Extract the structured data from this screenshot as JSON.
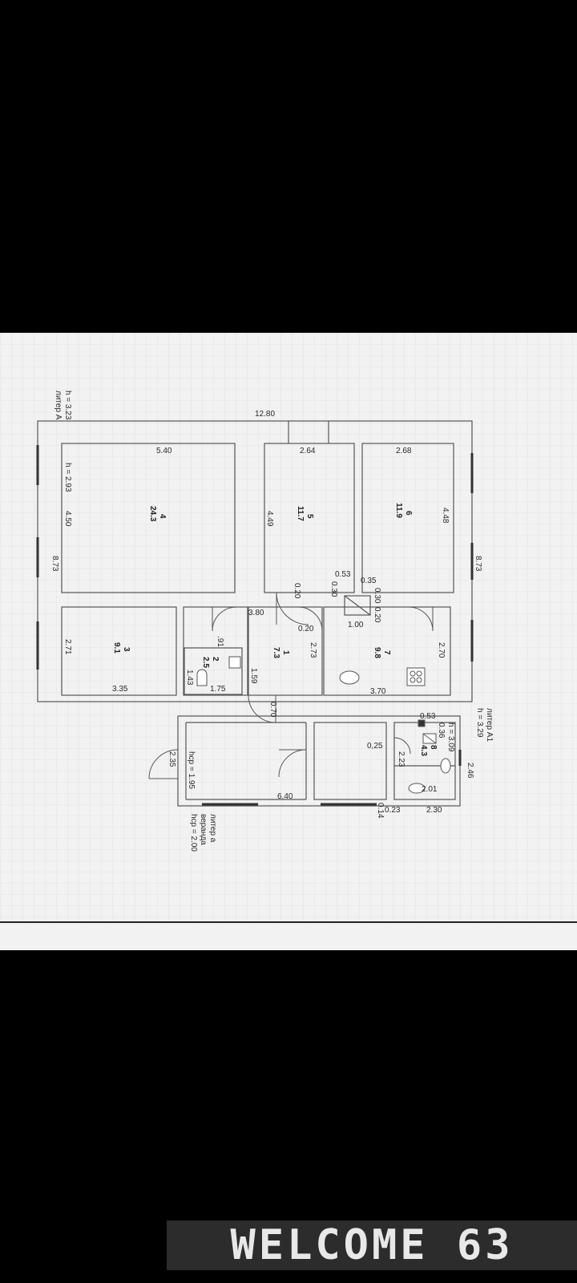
{
  "plan": {
    "titles": {
      "liter_a": "литер А",
      "liter_a_h": "h = 3.23",
      "liter_a1": "литер А1",
      "liter_a1_h": "h = 3.29",
      "veranda": "литер а",
      "veranda_2": "веранда",
      "veranda_h": "hср = 2.00"
    },
    "overall": {
      "length": "12.80",
      "width_left": "8.73",
      "width_right": "8.73"
    },
    "rooms": [
      {
        "num": "4",
        "area": "24.3",
        "len": "5.40",
        "wid": "4.50",
        "h": "h = 2.93"
      },
      {
        "num": "5",
        "area": "11.7",
        "len": "2.64",
        "wid": "4.49"
      },
      {
        "num": "6",
        "area": "11.9",
        "len": "2.68",
        "wid": "4.48"
      },
      {
        "num": "3",
        "area": "9.1",
        "len": "3.35",
        "wid": "2.71"
      },
      {
        "num": "2",
        "area": "2.5",
        "len": "1.75",
        "wid": "1.43"
      },
      {
        "num": "1",
        "area": "7.3",
        "len": "3.80",
        "wid": "2.73"
      },
      {
        "num": "7",
        "area": "9.8",
        "len": "3.70",
        "wid": "2.70"
      },
      {
        "num": "8",
        "area": "4.3",
        "len": "2.01",
        "wid": "2.23"
      }
    ],
    "dims": {
      "d053a": "0.53",
      "d035": "0.35",
      "d030a": "0.30",
      "d030b": "0.30",
      "d020a": "0.20",
      "d020b": "0.20",
      "d020c": "0.20",
      "d100": "1.00",
      "d091": ".91",
      "d159": "1.59",
      "d070": "0.70",
      "d053b": "0.53",
      "d036": "0.36",
      "d309": "h = 3.09",
      "d025": "0,25",
      "d246": "2.46",
      "d014": "0.14",
      "d023": "0.23",
      "d230": "2.30",
      "d640": "6.40",
      "d235": "2.35",
      "d195": "hср = 1.95"
    }
  },
  "watermark": "WELCOME 63"
}
